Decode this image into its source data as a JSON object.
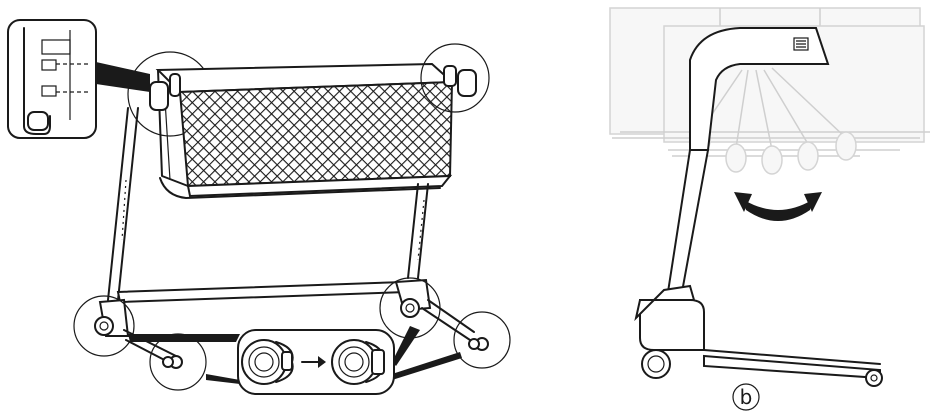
{
  "figure": {
    "left_panel": "height-and-wheel-lock-detail",
    "right_panel": "swivel-side-view",
    "mark_label": "b",
    "icons": [
      "circled-b-icon",
      "swing-arrow-icon",
      "lock-arrow-icon"
    ]
  },
  "colors": {
    "line": "#1a1a1a",
    "ghost": "#cfcfcf",
    "background": "#ffffff"
  }
}
